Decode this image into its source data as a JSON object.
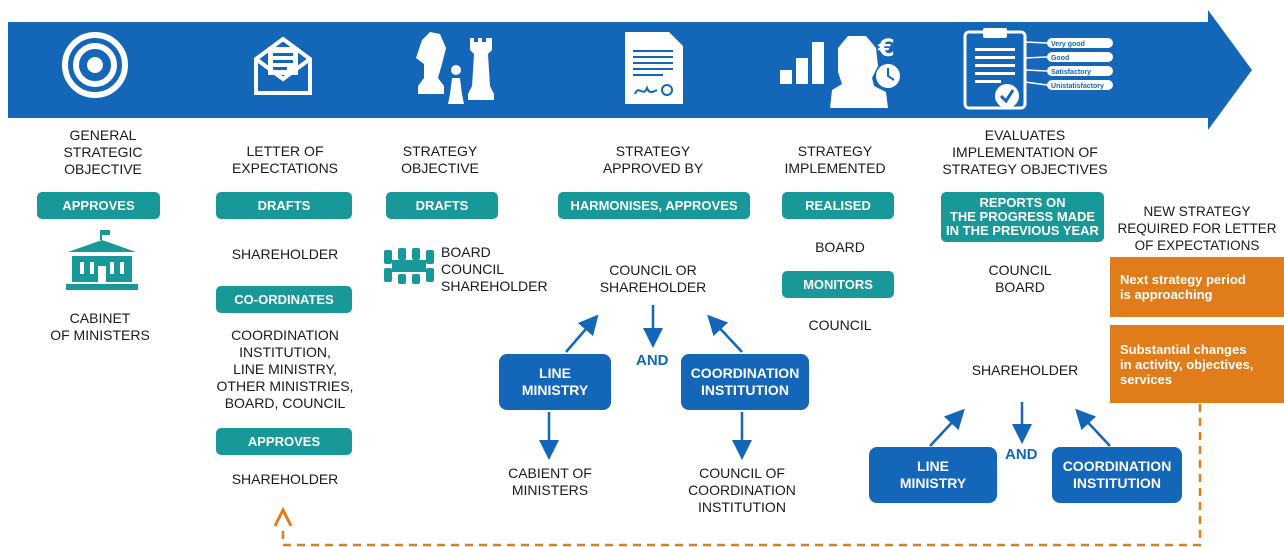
{
  "colors": {
    "banner": "#1466b8",
    "teal": "#19989a",
    "blue_box": "#1466b8",
    "orange": "#e07c1a",
    "dash": "#e07c1a"
  },
  "icons": [
    "target-icon",
    "envelope-icon",
    "chess-icon",
    "signed-document-icon",
    "person-chart-euro-icon",
    "clipboard-checklist-icon",
    "government-building-icon",
    "meeting-table-icon"
  ],
  "ratings": [
    "Very good",
    "Good",
    "Satisfactory",
    "Unistatisfactory"
  ],
  "columns": {
    "c1": {
      "title": "GENERAL\nSTRATEGIC\nOBJECTIVE",
      "pill": "APPROVES",
      "actor": "CABINET\nOF MINISTERS"
    },
    "c2": {
      "title": "LETTER OF\nEXPECTATIONS",
      "pill1": "DRAFTS",
      "actor1": "SHAREHOLDER",
      "pill2": "CO-ORDINATES",
      "actor2": "COORDINATION\nINSTITUTION,\nLINE MINISTRY,\nOTHER MINISTRIES,\nBOARD, COUNCIL",
      "pill3": "APPROVES",
      "actor3": "SHAREHOLDER"
    },
    "c3": {
      "title": "STRATEGY\nOBJECTIVE",
      "pill": "DRAFTS",
      "actor": "BOARD\nCOUNCIL\nSHAREHOLDER"
    },
    "c4": {
      "title": "STRATEGY\nAPPROVED BY",
      "pill": "HARMONISES, APPROVES",
      "actor": "COUNCIL OR\nSHAREHOLDER",
      "box_left": "LINE\nMINISTRY",
      "and": "AND",
      "box_right": "COORDINATION\nINSTITUTION",
      "sub_left": "CABIENT OF\nMINISTERS",
      "sub_right": "COUNCIL OF\nCOORDINATION\nINSTITUTION"
    },
    "c5": {
      "title": "STRATEGY\nIMPLEMENTED",
      "pill1": "REALISED",
      "actor1": "BOARD",
      "pill2": "MONITORS",
      "actor2": "COUNCIL"
    },
    "c6": {
      "title": "EVALUATES\nIMPLEMENTATION OF\nSTRATEGY OBJECTIVES",
      "pill": "REPORTS ON\nTHE PROGRESS MADE\nIN THE PREVIOUS YEAR",
      "actor": "COUNCIL\nBOARD",
      "actor2": "SHAREHOLDER",
      "box_left": "LINE\nMINISTRY",
      "and": "AND",
      "box_right": "COORDINATION\nINSTITUTION"
    },
    "c7": {
      "title": "NEW STRATEGY\nREQUIRED FOR LETTER\nOF EXPECTATIONS",
      "box1": "Next strategy period\nis approaching",
      "box2": "Substantial changes\nin activity, objectives,\nservices"
    }
  }
}
